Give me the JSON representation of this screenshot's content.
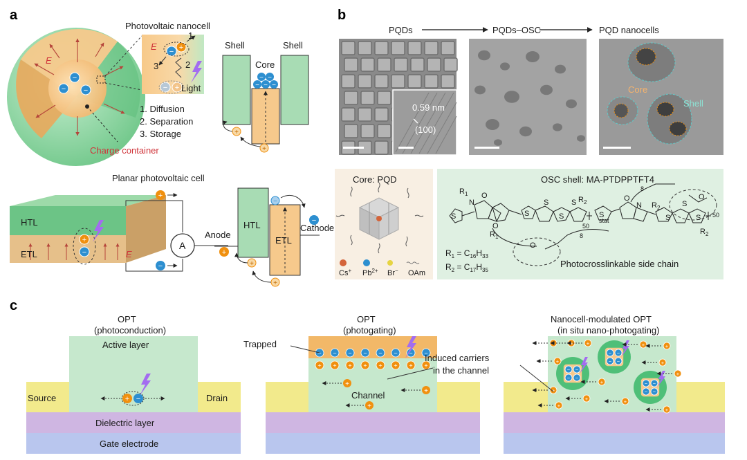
{
  "panels": {
    "a": "a",
    "b": "b",
    "c": "c"
  },
  "colors": {
    "shell_green": "#a8dcb4",
    "core_orange": "#f6c98c",
    "electron": "#2d8fd0",
    "hole": "#f0900f",
    "htl": "#a8dcb4",
    "etl": "#f6c98c",
    "source_drain": "#f2ea8c",
    "dielectric": "#cfb6e2",
    "gate": "#b9c6ee",
    "lightning": "#a36cf0",
    "field_arrow": "#b5443a",
    "charge_label": "#d0343a"
  },
  "panel_a": {
    "sphere_field_label": "E",
    "nanocell_title": "Photovoltaic nanocell",
    "inset_field_label": "E",
    "step_1": "1",
    "step_2": "2",
    "step_3": "3",
    "light": "Light",
    "steps": [
      "1. Diffusion",
      "2. Separation",
      "3. Storage"
    ],
    "charge_container": "Charge container",
    "shell_left": "Shell",
    "core": "Core",
    "shell_right": "Shell",
    "planar_title": "Planar photovoltaic cell",
    "htl": "HTL",
    "etl": "ETL",
    "field_label": "E",
    "ammeter": "A",
    "anode": "Anode",
    "band_htl": "HTL",
    "band_etl": "ETL",
    "cathode": "Cathode"
  },
  "panel_b": {
    "stages": [
      "PQDs",
      "PQDs–OSC",
      "PQD nanocells"
    ],
    "lattice_spacing": "0.59 nm",
    "lattice_plane": "(100)",
    "core_label": "Core",
    "shell_label": "Shell",
    "core_pqd_title": "Core: PQD",
    "legend": [
      "Cs",
      "Pb",
      "Br",
      "OAm"
    ],
    "cs_charge": "+",
    "pb_charge": "2+",
    "br_charge": "−",
    "osc_title": "OSC shell: MA-PTDPPTFT4",
    "chem": {
      "r1": "R",
      "r1_sub": "1",
      "r2": "R",
      "r2_sub": "2",
      "o": "O",
      "n": "N",
      "s": "S",
      "stat": "stat",
      "n50": "50",
      "n8": "8",
      "r1_def": "R",
      "r1_def_sub": "1",
      "r1_eq": " = C",
      "r1_c": "16",
      "r1_h": "H",
      "r1_h_sub": "33",
      "r2_def": "R",
      "r2_def_sub": "2",
      "r2_eq": " = C",
      "r2_c": "17",
      "r2_h": "H",
      "r2_h_sub": "35"
    },
    "side_chain": "Photocrosslinkable side chain"
  },
  "panel_c": {
    "opt1_title": "OPT",
    "opt1_sub": "(photoconduction)",
    "opt2_title": "OPT",
    "opt2_sub": "(photogating)",
    "opt3_title": "Nanocell-modulated OPT",
    "opt3_sub": "(in situ nano-photogating)",
    "active_layer": "Active layer",
    "source": "Source",
    "drain": "Drain",
    "dielectric": "Dielectric layer",
    "gate": "Gate electrode",
    "trapped": "Trapped",
    "channel": "Channel",
    "induced_1": "Induced carriers",
    "induced_2": "in the channel"
  }
}
